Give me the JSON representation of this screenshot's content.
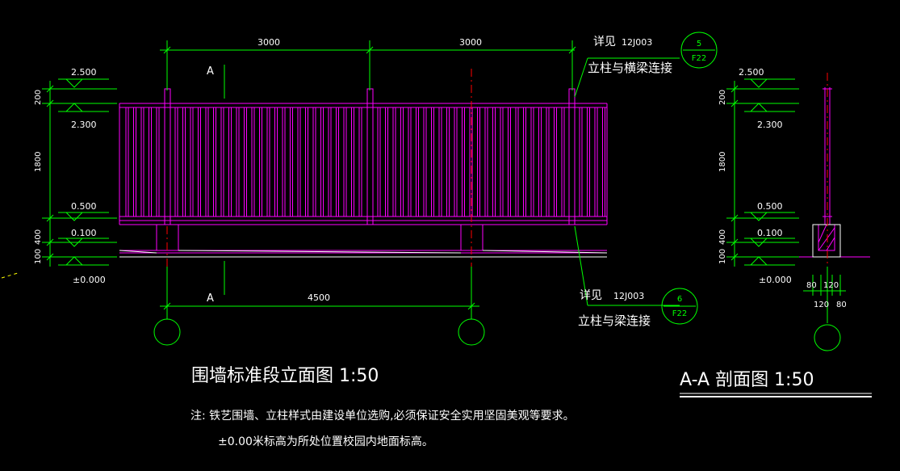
{
  "colors": {
    "background": "#000000",
    "dimension": "#00ff00",
    "fence": "#ff00ff",
    "text": "#ffffff",
    "axis": "#ff0000",
    "outline": "#ffffff"
  },
  "elevation": {
    "title": "围墙标准段立面图 1:50",
    "dim_top_left": "3000",
    "dim_top_right": "3000",
    "dim_bottom": "4500",
    "section_mark_top": "A",
    "section_mark_bottom": "A",
    "levels": {
      "top": "2.500",
      "rail": "2.300",
      "base_top": "0.500",
      "base_mid": "0.100",
      "ground": "±0.000"
    },
    "vertical_dims": {
      "d200": "200",
      "d1800": "1800",
      "d400": "400",
      "d100": "100"
    }
  },
  "callouts": {
    "top": {
      "label": "详见",
      "code": "12J003",
      "text": "立柱与横梁连接",
      "num": "5",
      "sheet": "F22"
    },
    "bottom": {
      "label": "详见",
      "code": "12J003",
      "text": "立柱与梁连接",
      "num": "6",
      "sheet": "F22"
    }
  },
  "section": {
    "title": "A-A 剖面图 1:50",
    "levels": {
      "top": "2.500",
      "rail": "2.300",
      "base_top": "0.500",
      "base_mid": "0.100",
      "ground": "±0.000"
    },
    "vertical_dims": {
      "d200": "200",
      "d1800": "1800",
      "d400": "400",
      "d100": "100"
    },
    "dims_bottom": {
      "a": "80",
      "b": "120",
      "c": "120",
      "d": "80"
    }
  },
  "notes": {
    "line1": "注: 铁艺围墙、立柱样式由建设单位选购,必须保证安全实用坚固美观等要求。",
    "line2": "±0.00米标高为所处位置校园内地面标高。"
  }
}
